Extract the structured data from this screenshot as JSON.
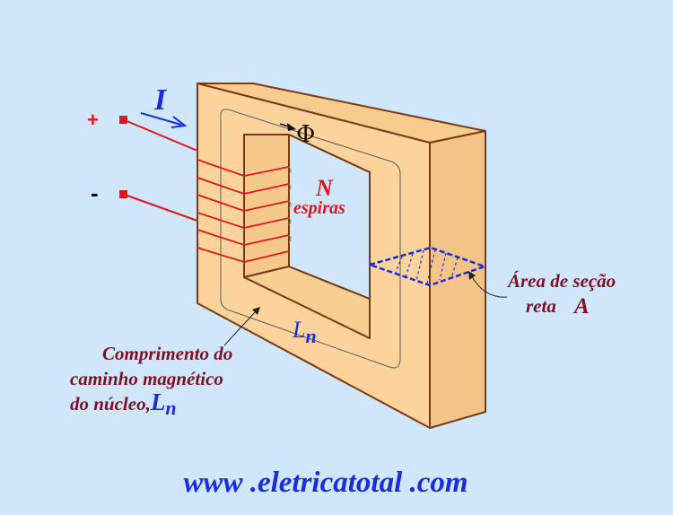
{
  "diagram": {
    "current_label": "I",
    "terminal_plus": "+",
    "terminal_minus": "-",
    "flux_symbol": "Φ",
    "turns_symbol": "N",
    "turns_label": "espiras",
    "path_symbol": "L",
    "path_subscript": "n",
    "area_label_line1": "Área de seção",
    "area_label_line2": "reta",
    "area_symbol": "A",
    "path_desc_line1": "Comprimento do",
    "path_desc_line2": "caminho magnético",
    "path_desc_line3": "do núcleo,",
    "path_desc_symbol": "L",
    "path_desc_subscript": "n",
    "website": "www .eletricatotal .com",
    "colors": {
      "background": "#cfe6fb",
      "core_front": "#fcd49b",
      "core_side": "#f6c98b",
      "core_edge": "#7a3a16",
      "wire": "#e0161c",
      "blue": "#1a2ddc",
      "maroon": "#7b1224"
    }
  }
}
